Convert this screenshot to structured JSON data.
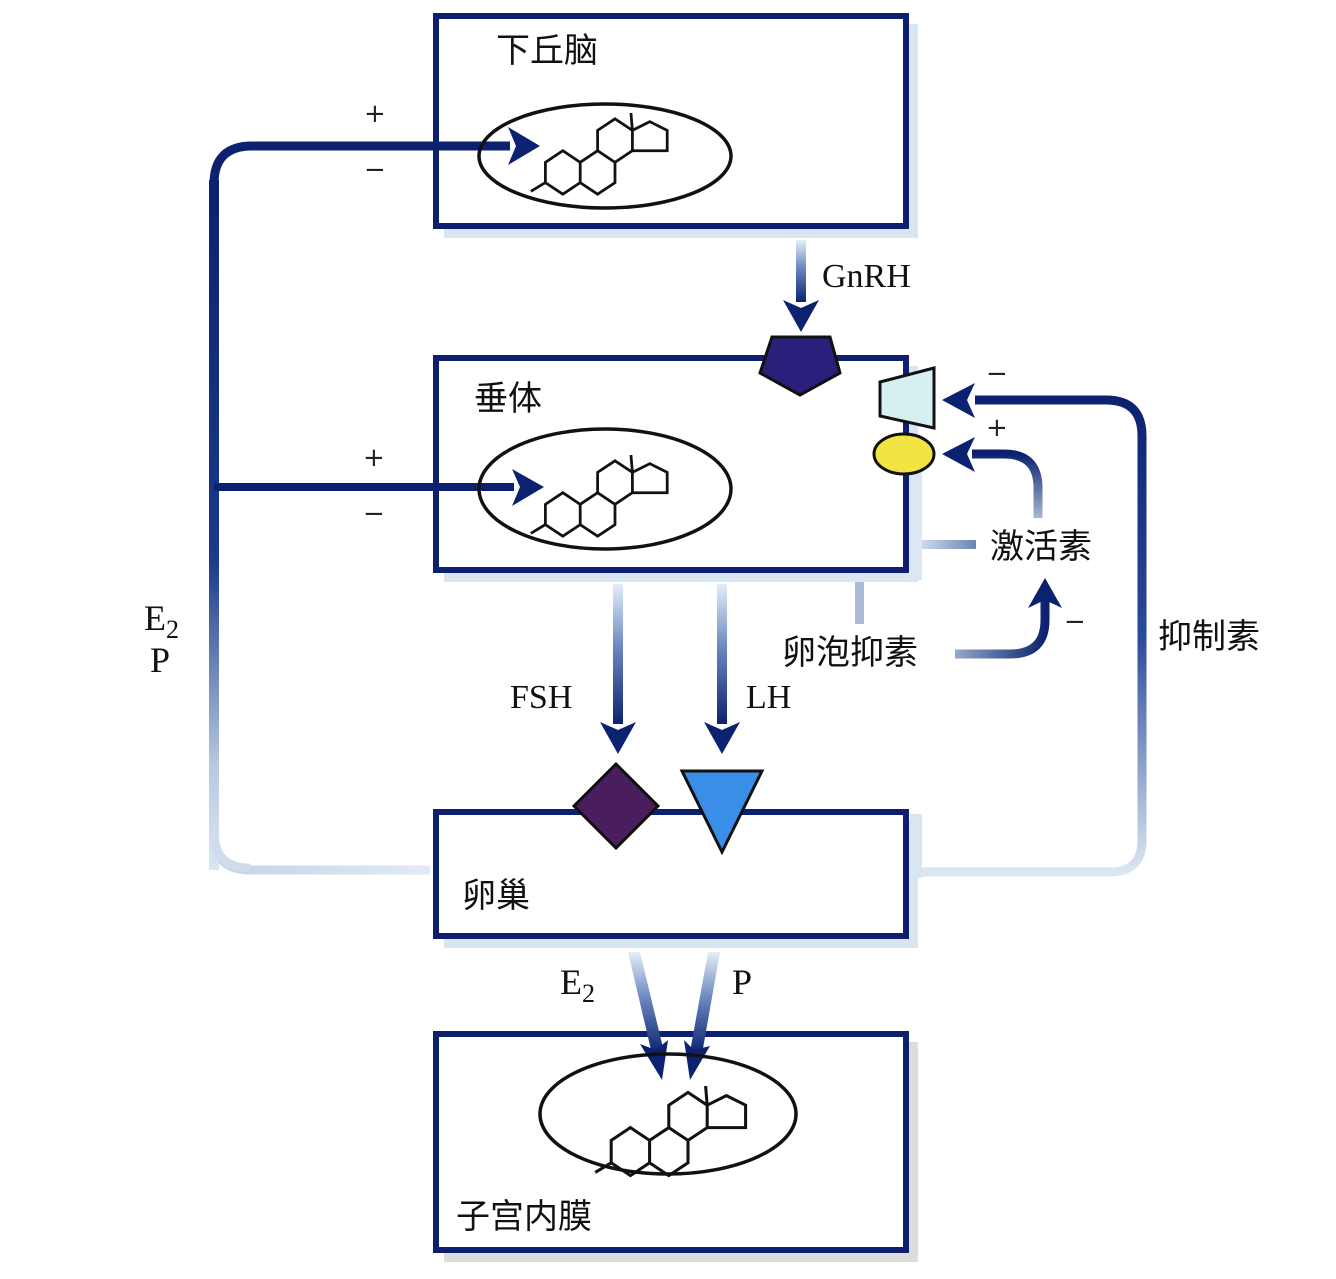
{
  "diagram": {
    "title": "",
    "nodes": {
      "hypothalamus": {
        "label": "下丘脑"
      },
      "pituitary": {
        "label": "垂体"
      },
      "ovary": {
        "label": "卵巢"
      },
      "endometrium": {
        "label": "子宫内膜"
      }
    },
    "signals": {
      "gnrh": "GnRH",
      "fsh": "FSH",
      "lh": "LH",
      "activin": "激活素",
      "follistatin": "卵泡抑素",
      "inhibin": "抑制素",
      "e2_feedback": {
        "main": "E",
        "sub": "2",
        "second": "P"
      },
      "e2_endo": {
        "main": "E",
        "sub": "2"
      },
      "p_endo": "P"
    },
    "feedback_signs": {
      "hypothalamus_plus": "+",
      "hypothalamus_minus": "−",
      "pituitary_plus": "+",
      "pituitary_minus": "−",
      "inhibin_minus": "−",
      "activin_plus": "+",
      "follistatin_minus": "−"
    },
    "receptors": {
      "gnrh_receptor": {
        "shape": "pentagon",
        "color": "#2a1f7a"
      },
      "inhibin_receptor": {
        "shape": "trapezoid",
        "color": "#d6f0f2"
      },
      "activin_receptor": {
        "shape": "ellipse",
        "color": "#f2e443"
      },
      "fsh_receptor": {
        "shape": "diamond",
        "color": "#4a1d5e"
      },
      "lh_receptor": {
        "shape": "triangle",
        "color": "#3a8ee8"
      }
    },
    "colors": {
      "box_border": "#0d1f6e",
      "arrow": "#0c2270",
      "arrow_faded": "#c8d8ea"
    }
  }
}
